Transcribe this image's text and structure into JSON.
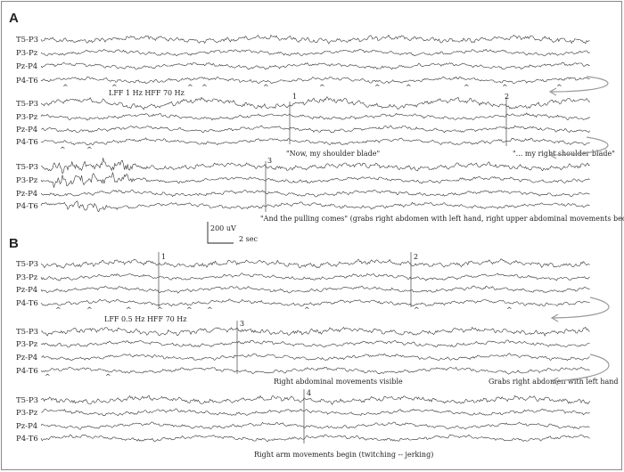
{
  "panels": [
    {
      "letter": "A",
      "filter": "LFF 1 Hz HFF 70 Hz",
      "blocks": [
        {
          "channels": [
            "T5-P3",
            "P3-Pz",
            "Pz-P4",
            "P4-T6"
          ]
        },
        {
          "channels": [
            "T5-P3",
            "P3-Pz",
            "Pz-P4",
            "P4-T6"
          ]
        },
        {
          "channels": [
            "T5-P3",
            "P3-Pz",
            "Pz-P4",
            "P4-T6"
          ]
        }
      ],
      "events": [
        "1",
        "2",
        "3"
      ],
      "annotations": [
        "\"Now, my shoulder blade\"",
        "\"... my right shoulder blade\"",
        "\"And the pulling comes\" (grabs right abdomen with left hand, right upper abdominal movements become visible)"
      ]
    },
    {
      "letter": "B",
      "filter": "LFF 0.5 Hz HFF 70 Hz",
      "blocks": [
        {
          "channels": [
            "T5-P3",
            "P3-Pz",
            "Pz-P4",
            "P4-T6"
          ]
        },
        {
          "channels": [
            "T5-P3",
            "P3-Pz",
            "Pz-P4",
            "P4-T6"
          ]
        },
        {
          "channels": [
            "T5-P3",
            "P3-Pz",
            "Pz-P4",
            "P4-T6"
          ]
        }
      ],
      "events": [
        "1",
        "2",
        "3",
        "4"
      ],
      "annotations": [
        "Right abdominal movements visible",
        "Grabs right abdomen with left hand",
        "Right arm movements begin (twitching -- jerking)"
      ]
    }
  ],
  "scale_bar": {
    "amplitude": "200 uV",
    "time": "2 sec"
  },
  "spike_marker": "^"
}
